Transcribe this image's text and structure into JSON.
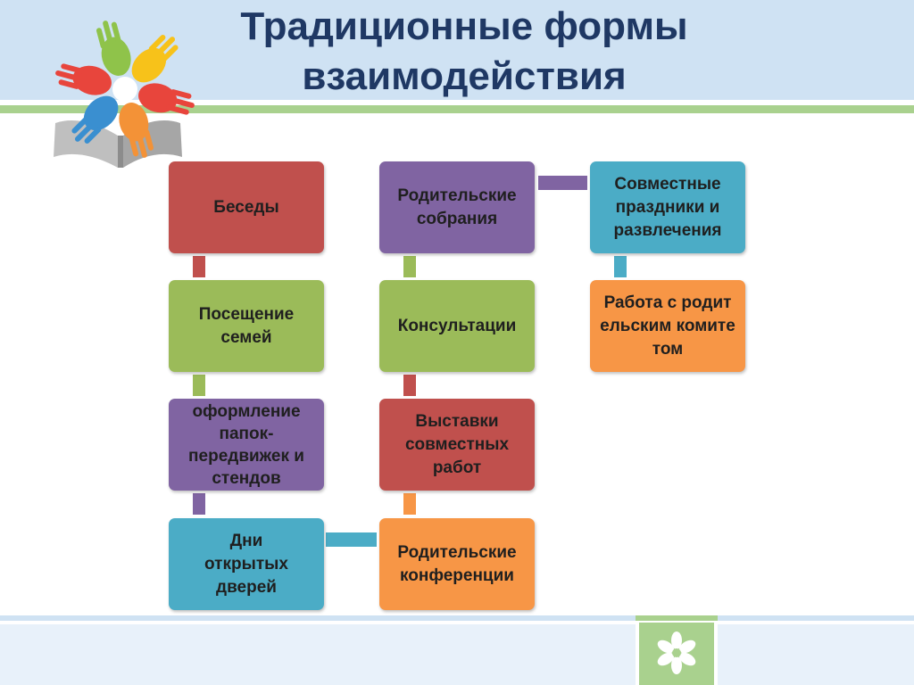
{
  "title": {
    "line1": "Традиционные формы",
    "line2": "взаимодействия"
  },
  "colors": {
    "red": "#c0504d",
    "green": "#9bbb59",
    "purple": "#8064a2",
    "teal": "#4bacc6",
    "orange": "#f79646",
    "title": "#1f3864"
  },
  "icons": {
    "logo": "colorful-hands-book-logo",
    "footer": "white-hands-flower-icon"
  },
  "nodes": {
    "besedy": "Беседы",
    "poseshchenie": "Посещение семей",
    "oformlenie": "оформление папок-передвижек и стендов",
    "dni": "Дни открытых дверей",
    "sobraniya": "Родительские собрания",
    "konsultacii": "Консультации",
    "vystavki": "Выставки совместных работ",
    "konferencii": "Родительские конференции",
    "prazdniki": "Совместные праздники и развлечения",
    "komitet": "Работа с родительским комитетом"
  }
}
